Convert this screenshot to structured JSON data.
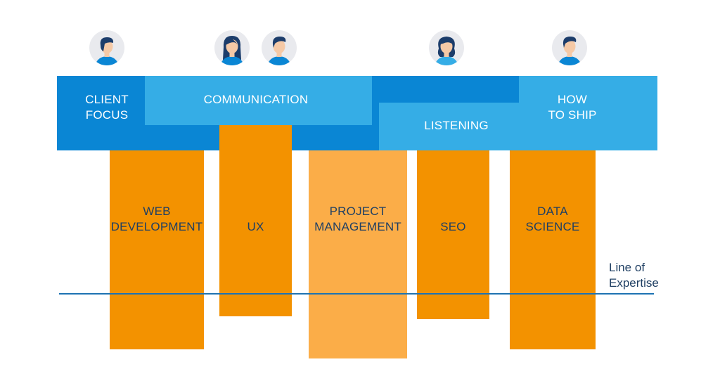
{
  "colors": {
    "band_dark": "#0a86d4",
    "band_light": "#35ade6",
    "orange": "#f39200",
    "orange_light": "#fbad48",
    "line": "#1d73b3",
    "label_dark": "#1f3f63",
    "avatar_bg": "#e9eaee",
    "avatar_skin": "#f5c9a6",
    "avatar_hair": "#1c3d6b",
    "avatar_shirt": "#0a86d4",
    "avatar_shirt_light": "#35ade6"
  },
  "soft_skills": {
    "client_focus": [
      "CLIENT",
      "FOCUS"
    ],
    "communication": [
      "COMMUNICATION"
    ],
    "listening": [
      "LISTENING"
    ],
    "how_to_ship": [
      "HOW",
      "TO SHIP"
    ]
  },
  "hard_skills": {
    "web_development": [
      "WEB",
      "DEVELOPMENT"
    ],
    "ux": [
      "UX"
    ],
    "project_management": [
      "PROJECT",
      "MANAGEMENT"
    ],
    "seo": [
      "SEO"
    ],
    "data_science": [
      "DATA",
      "SCIENCE"
    ]
  },
  "line_of_expertise": [
    "Line of",
    "Expertise"
  ],
  "avatars": [
    {
      "icon": "person-female-short-hair-icon",
      "hair": "short"
    },
    {
      "icon": "person-female-long-hair-icon",
      "hair": "long"
    },
    {
      "icon": "person-male-icon",
      "hair": "male"
    },
    {
      "icon": "person-female-wavy-hair-icon",
      "hair": "wavy"
    },
    {
      "icon": "person-male-icon",
      "hair": "male"
    }
  ]
}
